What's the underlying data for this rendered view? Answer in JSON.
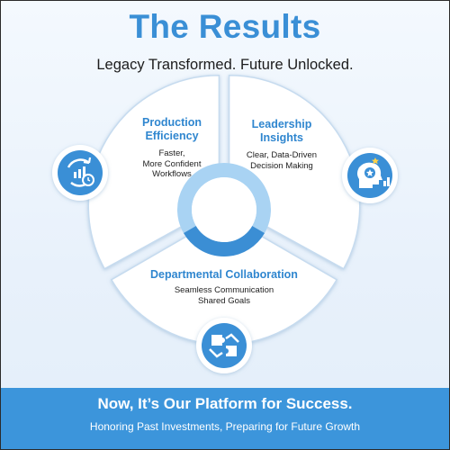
{
  "header": {
    "title": "The Results",
    "subtitle": "Legacy Transformed. Future Unlocked."
  },
  "segments": [
    {
      "title_line1": "Production",
      "title_line2": "Efficiency",
      "desc_line1": "Faster,",
      "desc_line2": "More Confident",
      "desc_line3": "Workflows",
      "icon": "cycle-chart-clock-icon"
    },
    {
      "title_line1": "Leadership",
      "title_line2": "Insights",
      "desc_line1": "Clear, Data-Driven",
      "desc_line2": "Decision Making",
      "icon": "head-lightbulb-star-icon"
    },
    {
      "title_line1": "Departmental Collaboration",
      "desc_line1": "Seamless Communication",
      "desc_line2": "Shared Goals",
      "icon": "puzzle-handshake-icon"
    }
  ],
  "footer": {
    "title": "Now, It’s Our Platform for Success.",
    "subtitle": "Honoring Past Investments, Preparing for Future Growth"
  },
  "colors": {
    "primary": "#3a8fd6",
    "ring_dark": "#3b8ed4",
    "ring_light": "#a9d3f3",
    "bar": "#3c95db"
  }
}
